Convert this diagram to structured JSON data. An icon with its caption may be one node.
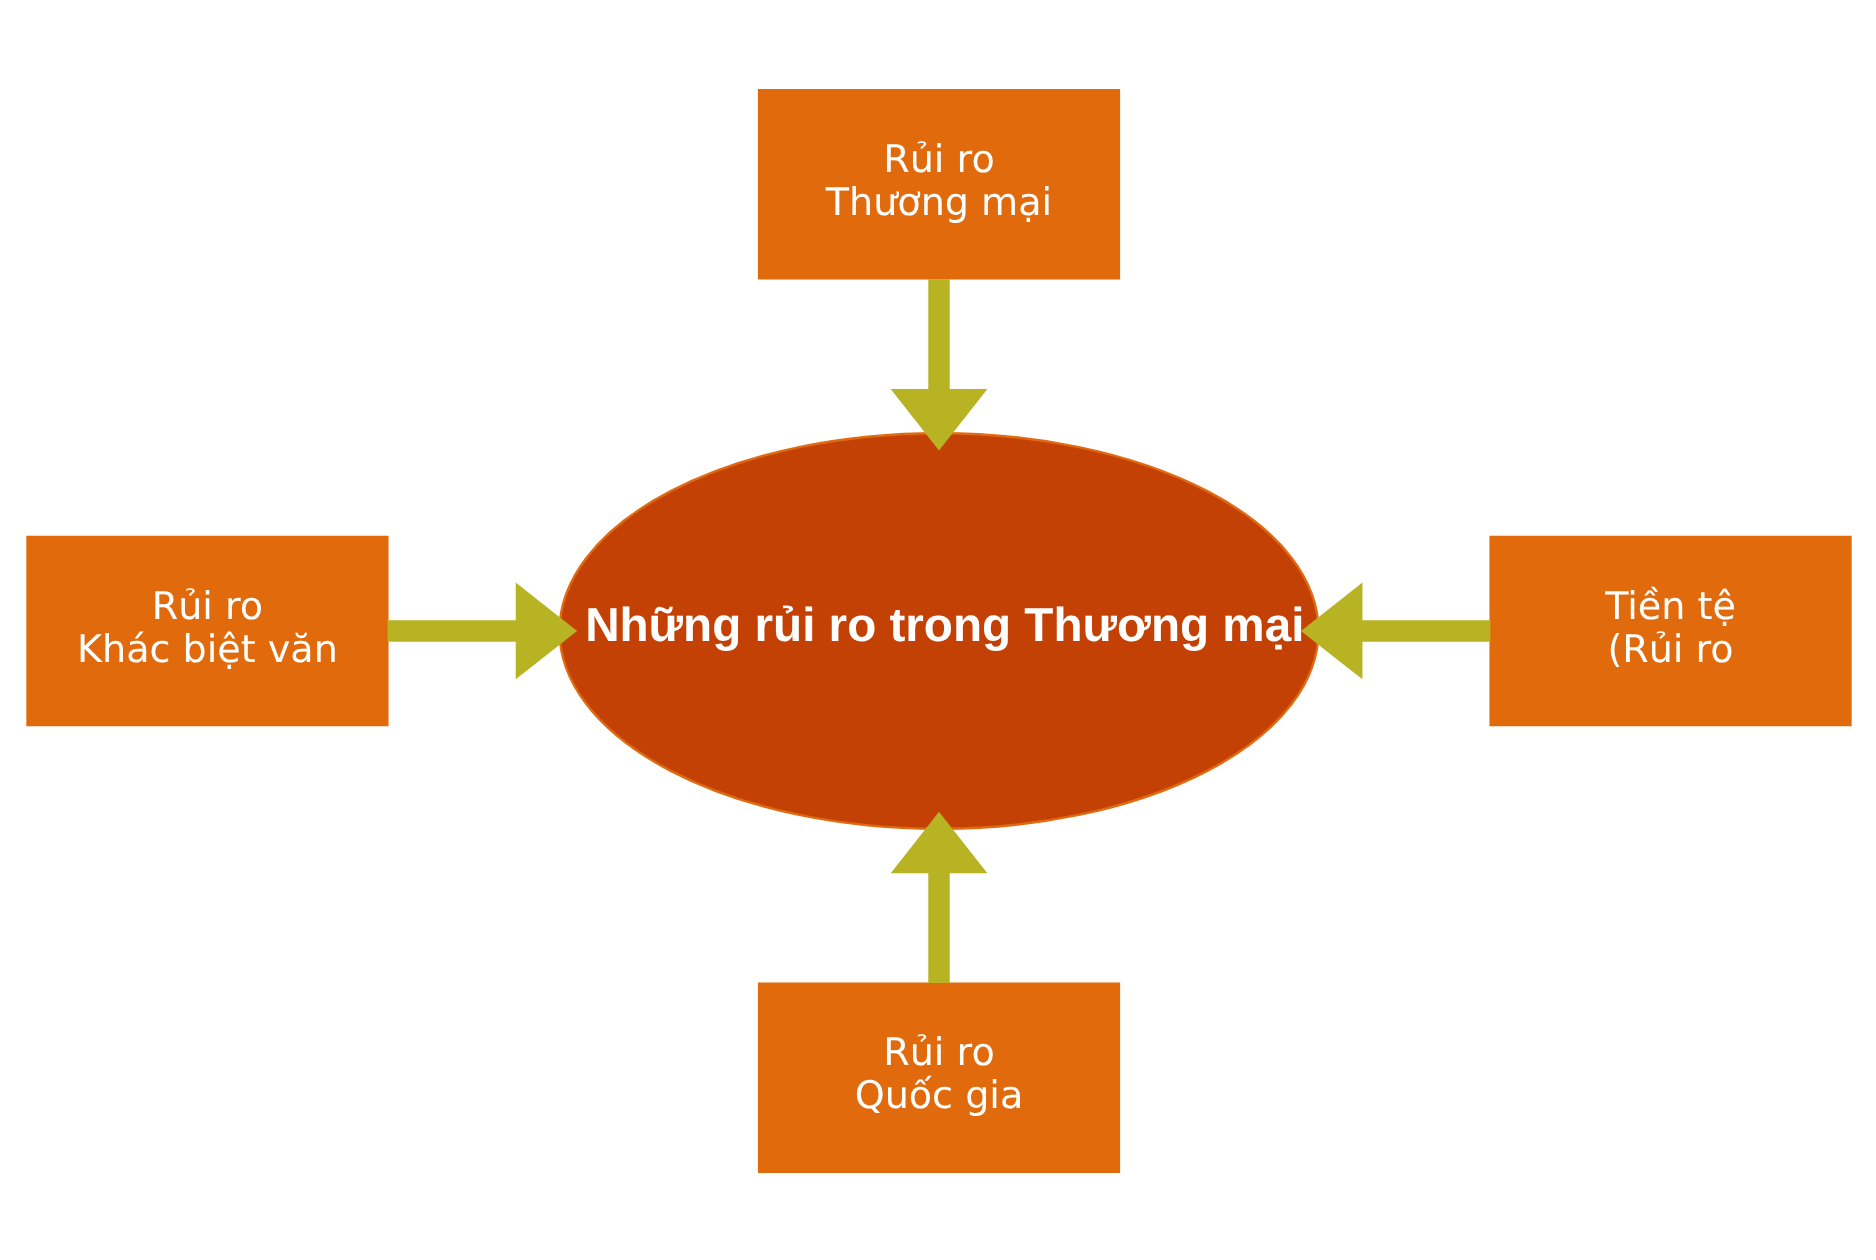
{
  "diagram": {
    "nodes": [
      {
        "text": [
          "Những rủi ro trong Thương mại"
        ]
      },
      {
        "text": [
          "Rủi ro",
          "Thương mại"
        ]
      },
      {
        "text": [
          "Rủi ro",
          "Khác biệt văn"
        ]
      },
      {
        "text": [
          "Tiền tệ",
          "(Rủi ro"
        ]
      },
      {
        "text": [
          "Rủi ro",
          "Quốc gia"
        ]
      }
    ],
    "edges": [
      {
        "from": 1,
        "to": 0,
        "arrow": "to"
      },
      {
        "from": 2,
        "to": 0,
        "arrow": "to"
      },
      {
        "from": 3,
        "to": 0,
        "arrow": "to"
      },
      {
        "from": 4,
        "to": 0,
        "arrow": "to"
      }
    ]
  }
}
